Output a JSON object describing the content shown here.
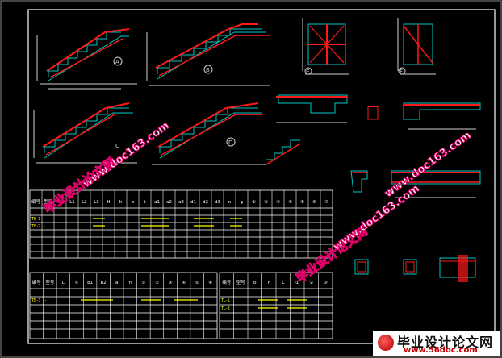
{
  "watermarks": {
    "cn": "毕业设计论文网",
    "url": "www.doc163.com"
  },
  "logo": {
    "title": "毕业设计论文网",
    "url": "www.56doc.com"
  },
  "section_marks": [
    "A",
    "B",
    "C",
    "D",
    "E",
    "F"
  ],
  "table1": {
    "header": [
      "编号",
      "型号",
      "L",
      "L1",
      "L2",
      "L3",
      "H",
      "h",
      "b",
      "t",
      "a1",
      "a2",
      "a3",
      "d1",
      "d2",
      "d3",
      "n",
      "φ",
      "①",
      "②",
      "③",
      "④",
      "⑤",
      "⑥",
      "⑦"
    ],
    "rows": [
      [
        "TB-1",
        "-",
        "",
        "",
        "",
        "",
        "",
        "",
        "",
        "",
        "",
        "",
        "",
        "",
        "",
        "",
        "",
        "",
        "",
        "",
        "",
        "",
        "",
        "",
        ""
      ],
      [
        "TB-2",
        "-",
        "",
        "",
        "",
        "",
        "",
        "",
        "",
        "",
        "",
        "",
        "",
        "",
        "",
        "",
        "",
        "",
        "",
        "",
        "",
        "",
        "",
        "",
        ""
      ]
    ]
  },
  "table2": {
    "header": [
      "编号",
      "型号",
      "L",
      "h",
      "b1",
      "b2",
      "a",
      "n",
      "①",
      "②",
      "③",
      "④",
      "⑤",
      "⑥"
    ],
    "rows": [
      [
        "TB-3",
        "-"
      ]
    ]
  },
  "table3": {
    "header": [
      "编号",
      "型号",
      "b",
      "h",
      "L",
      "①",
      "②",
      "③"
    ],
    "rows": [
      [
        "TL-1",
        "-"
      ],
      [
        "TL-2",
        "-"
      ]
    ]
  },
  "colors": {
    "background": "#000000",
    "frame": "#ffffff",
    "line": "#00c8c8",
    "rebar": "#ff1a1a",
    "text": "#ffff00",
    "dim": "#cfcfcf",
    "section": "#ff4fff"
  }
}
